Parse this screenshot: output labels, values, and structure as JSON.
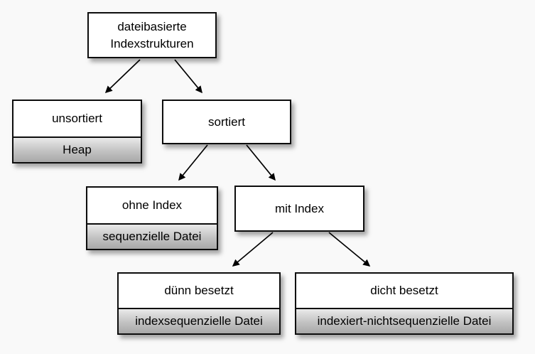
{
  "diagram": {
    "description": "Tree diagram of file-based index structures (German)",
    "nodes": {
      "root": {
        "label_line1": "dateibasierte",
        "label_line2": "Indexstrukturen"
      },
      "unsortiert": {
        "label": "unsortiert",
        "sublabel": "Heap"
      },
      "sortiert": {
        "label": "sortiert"
      },
      "ohne_index": {
        "label": "ohne Index",
        "sublabel": "sequenzielle Datei"
      },
      "mit_index": {
        "label": "mit Index"
      },
      "duenn_besetzt": {
        "label": "dünn besetzt",
        "sublabel": "indexsequenzielle Datei"
      },
      "dicht_besetzt": {
        "label": "dicht besetzt",
        "sublabel": "indexiert-nichtsequenzielle Datei"
      }
    },
    "edges": [
      {
        "from": "root",
        "to": "unsortiert"
      },
      {
        "from": "root",
        "to": "sortiert"
      },
      {
        "from": "sortiert",
        "to": "ohne_index"
      },
      {
        "from": "sortiert",
        "to": "mit_index"
      },
      {
        "from": "mit_index",
        "to": "duenn_besetzt"
      },
      {
        "from": "mit_index",
        "to": "dicht_besetzt"
      }
    ],
    "colors": {
      "background": "#f9f9f9",
      "box_fill": "#ffffff",
      "box_border": "#0d0d0d",
      "sublabel_gradient_top": "#e9e9e9",
      "sublabel_gradient_bottom": "#a8a8a8",
      "arrow": "#000000",
      "text": "#000000"
    }
  }
}
